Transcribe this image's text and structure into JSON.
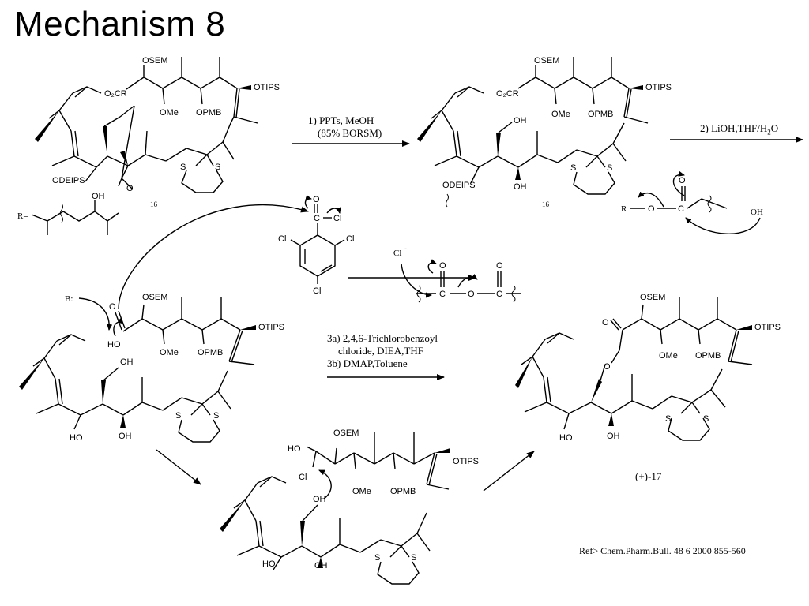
{
  "slide": {
    "title": "Mechanism 8",
    "reference": "Ref> Chem.Pharm.Bull. 48 6  2000 855-560"
  },
  "step1": {
    "line1": "1) PPTs, MeOH",
    "line2": "(85% BORSM)"
  },
  "step2": {
    "label": "2) LiOH,THF/H",
    "sub": "2",
    "tail": "O"
  },
  "step3": {
    "line1": "3a) 2,4,6-Trichlorobenzoyl",
    "line2": "chloride, DIEA,THF",
    "line3": "3b) DMAP,Toluene"
  },
  "labels": {
    "osem": "OSEM",
    "otips": "OTIPS",
    "ome": "OMe",
    "opmb": "OPMB",
    "o2cr": "O₂CR",
    "odeips": "ODEIPS",
    "oh": "OH",
    "s": "S",
    "o": "O",
    "ho": "HO",
    "cl": "Cl",
    "c": "C",
    "r": "R",
    "r_eq": "R=",
    "base": "B:",
    "chloride": "Cl",
    "hydroxide": "OH",
    "compound16": "16",
    "product": "(+)-17"
  }
}
